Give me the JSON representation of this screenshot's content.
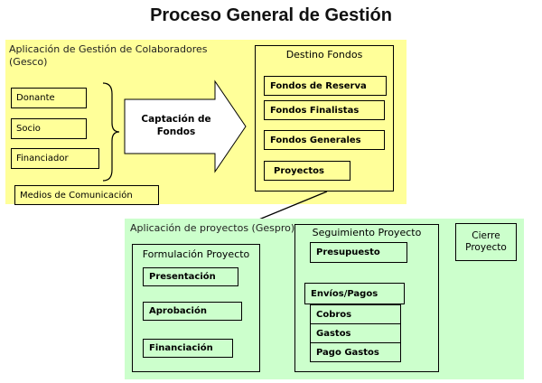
{
  "title": "Proceso General de Gestión",
  "gesco": {
    "title": "Aplicación de Gestión de Colaboradores (Gesco)",
    "items": [
      "Donante",
      "Socio",
      "Financiador"
    ],
    "medios": "Medios de Comunicación",
    "captacion": "Captación de Fondos",
    "destino": {
      "title": "Destino Fondos",
      "items": [
        "Fondos de Reserva",
        "Fondos Finalistas",
        "Fondos Generales"
      ],
      "proyectos": "Proyectos"
    }
  },
  "gespro": {
    "title": "Aplicación de proyectos (Gespro)",
    "formulacion": {
      "title": "Formulación Proyecto",
      "steps": [
        "Presentación",
        "Aprobación",
        "Financiación"
      ]
    },
    "seguimiento": {
      "title": "Seguimiento Proyecto",
      "presupuesto": "Presupuesto",
      "envios": "Envíos/Pagos",
      "sub": [
        "Cobros",
        "Gastos",
        "Pago Gastos"
      ]
    },
    "cierre": "Cierre Proyecto"
  }
}
